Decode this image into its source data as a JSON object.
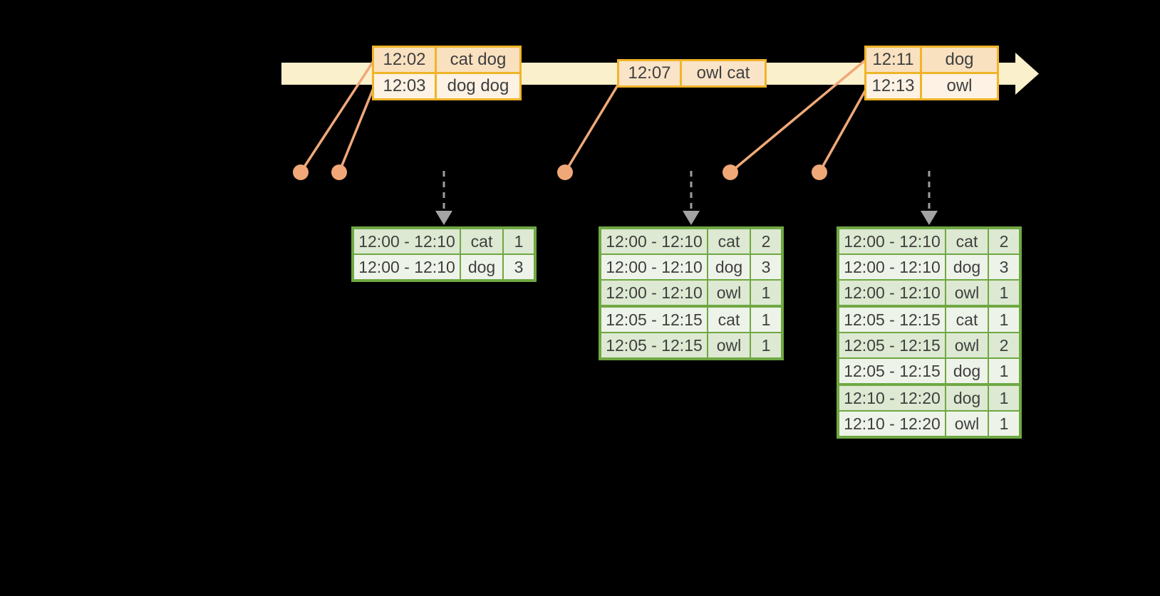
{
  "palette": {
    "background": "#000000",
    "timeline_fill": "#FBF0CC",
    "event_table_border": "#F0B429",
    "event_row_peach": "#F9E1C0",
    "event_row_cream": "#FDF2E3",
    "connector_salmon": "#F0A878",
    "result_table_border": "#6FA843",
    "result_row_green": "#DDE9D2",
    "result_row_light": "#EEF3E9",
    "trigger_arrow_gray": "#9E9E9E",
    "text": "#3F3F3F"
  },
  "event_tables": [
    {
      "rows": [
        {
          "time": "12:02",
          "words": "cat dog"
        },
        {
          "time": "12:03",
          "words": "dog dog"
        }
      ]
    },
    {
      "rows": [
        {
          "time": "12:07",
          "words": "owl cat"
        }
      ]
    },
    {
      "rows": [
        {
          "time": "12:11",
          "words": "dog"
        },
        {
          "time": "12:13",
          "words": "owl"
        }
      ]
    }
  ],
  "result_tables": [
    {
      "rows": [
        {
          "window": "12:00 - 12:10",
          "word": "cat",
          "count": "1"
        },
        {
          "window": "12:00 - 12:10",
          "word": "dog",
          "count": "3"
        }
      ]
    },
    {
      "rows": [
        {
          "window": "12:00 - 12:10",
          "word": "cat",
          "count": "2"
        },
        {
          "window": "12:00 - 12:10",
          "word": "dog",
          "count": "3"
        },
        {
          "window": "12:00 - 12:10",
          "word": "owl",
          "count": "1"
        },
        {
          "window": "12:05 - 12:15",
          "word": "cat",
          "count": "1"
        },
        {
          "window": "12:05 - 12:15",
          "word": "owl",
          "count": "1"
        }
      ]
    },
    {
      "rows": [
        {
          "window": "12:00 - 12:10",
          "word": "cat",
          "count": "2"
        },
        {
          "window": "12:00 - 12:10",
          "word": "dog",
          "count": "3"
        },
        {
          "window": "12:00 - 12:10",
          "word": "owl",
          "count": "1"
        },
        {
          "window": "12:05 - 12:15",
          "word": "cat",
          "count": "1"
        },
        {
          "window": "12:05 - 12:15",
          "word": "owl",
          "count": "2"
        },
        {
          "window": "12:05 - 12:15",
          "word": "dog",
          "count": "1"
        },
        {
          "window": "12:10 - 12:20",
          "word": "dog",
          "count": "1"
        },
        {
          "window": "12:10 - 12:20",
          "word": "owl",
          "count": "1"
        }
      ]
    }
  ]
}
